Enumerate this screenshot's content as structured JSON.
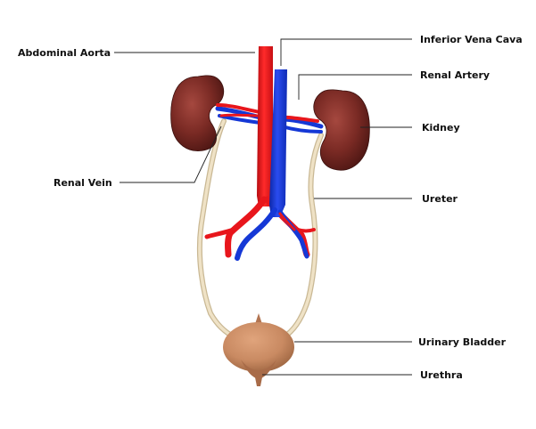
{
  "diagram": {
    "labels": {
      "abdominal_aorta": "Abdominal Aorta",
      "inferior_vena_cava": "Inferior Vena Cava",
      "renal_artery": "Renal Artery",
      "kidney": "Kidney",
      "renal_vein": "Renal Vein",
      "ureter": "Ureter",
      "urinary_bladder": "Urinary Bladder",
      "urethra": "Urethra"
    },
    "colors": {
      "artery": "#e8161c",
      "vein": "#1538d6",
      "kidney": "#7a2a24",
      "ureter": "#e9d9b8",
      "bladder": "#c98a62"
    }
  }
}
